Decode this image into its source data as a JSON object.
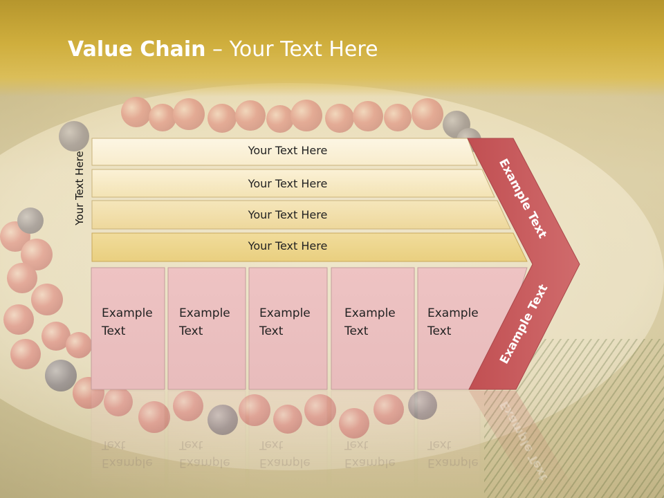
{
  "title": {
    "bold": "Value Chain",
    "rest": " – Your Text Here"
  },
  "side_label": "Your Text Here",
  "bars": [
    {
      "label": "Your Text Here"
    },
    {
      "label": "Your Text Here"
    },
    {
      "label": "Your Text Here"
    },
    {
      "label": "Your Text Here"
    }
  ],
  "cards": [
    {
      "line1": "Example",
      "line2": "Text"
    },
    {
      "line1": "Example",
      "line2": "Text"
    },
    {
      "line1": "Example",
      "line2": "Text"
    },
    {
      "line1": "Example",
      "line2": "Text"
    },
    {
      "line1": "Example",
      "line2": "Text"
    }
  ],
  "arrow": {
    "upper_label": "Example Text",
    "lower_label": "Example Text"
  },
  "colors": {
    "bar_light": "#fbf1d9",
    "bar_dark": "#f0dfa6",
    "card_fill": "#ebc1c1",
    "card_border": "#c49a9a",
    "arrow_fill": "#c85a5c",
    "title_band": "#c8a83a"
  }
}
